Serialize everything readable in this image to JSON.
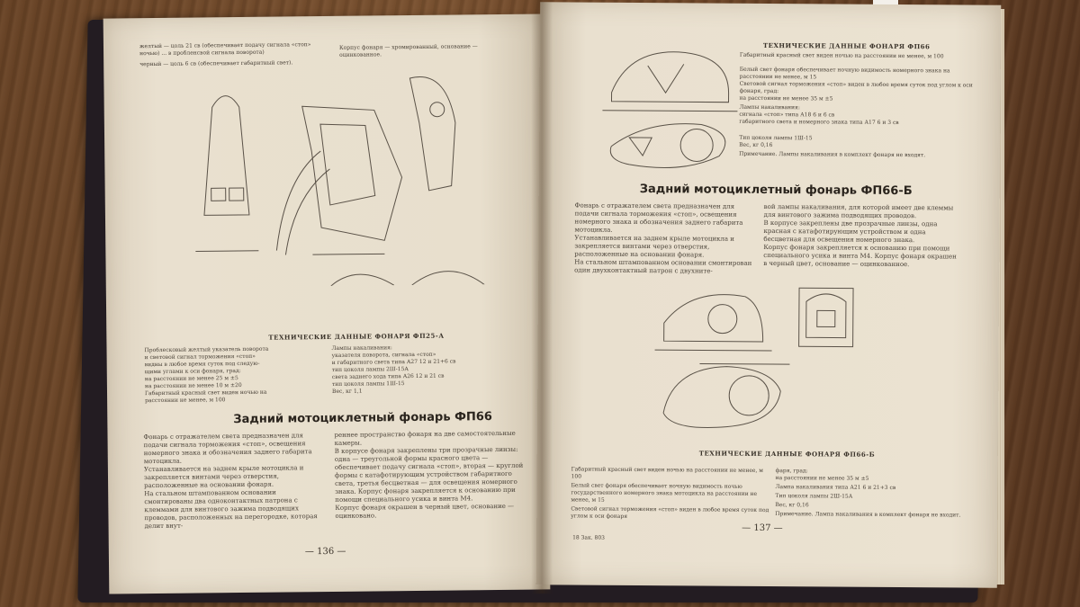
{
  "left_page": {
    "top_text_1": "желтый — цоль 21 св (обеспечивает подачу сигнала «стоп» ночью) ... в пробленсвой сигнала поворота)",
    "top_text_2": "черный — цоль 6 св (обеспечивает габаритный свет).",
    "top_text_3": "Корпус фонаря — хромированный, основание — оцинкованное.",
    "spec_title": "ТЕХНИЧЕСКИЕ ДАННЫЕ ФОНАРЯ ФП25-А",
    "spec_rows_left": [
      "Проблесковый желтый указатель поворота",
      "и световой сигнал торможения «стоп»",
      "видны в любое время суток под следую-",
      "щими углами к оси фонаря, град:",
      "на расстоянии не менее 25 м   ±5",
      "на расстоянии не менее 10 м   ±20",
      "Габаритный красный свет виден ночью на",
      "расстоянии не менее, м   100"
    ],
    "spec_rows_right": [
      "Лампы накаливания:",
      "указателя поворота, сигнала «стоп»",
      "и габаритного света типа А27   12 и 21+6 св",
      "тип цоколя лампы   2Ш-15А",
      "света заднего хода типа А26   12 и 21 св",
      "тип цоколя лампы   1Ш-15",
      "Вес, кг   1,1"
    ],
    "heading": "Задний мотоциклетный фонарь ФП66",
    "col1": "Фонарь с отражателем света предназначен для подачи сигнала торможения «стоп», освещения номерного знака и обозначения заднего габарита мотоцикла.\nУстанавливается на заднем крыле мотоцикла и закрепляется винтами через отверстия, расположенные на основании фонаря.\nНа стальном штампованном основании смонтированы два одноконтактных патрона с клеммами для винтового зажима подводящих проводов, расположенных на перегородке, которая делит внут-",
    "col2": "реннее пространство фонаря на две самостоятельные камеры.\nВ корпусе фонаря закреплены три прозрачные линзы: одна — треугольной формы красного цвета — обеспечивает подачу сигнала «стоп», вторая — круглой формы с катафотирующим устройством габаритного света, третья бесцветная — для освещения номерного знака. Корпус фонаря закрепляется к основанию при помощи специального усика и винта М4.\nКорпус фонаря окрашен в черный цвет, основание — оцинковано.",
    "page_number": "— 136 —"
  },
  "right_page": {
    "spec_title": "ТЕХНИЧЕСКИЕ ДАННЫЕ ФОНАРЯ ФП66",
    "spec_rows": [
      "Габаритный красный свет виден ночью на расстоянии не менее, м   100",
      "Белый свет фонаря обеспечивает ночную видимость номерного знака на расстоянии не менее, м   15",
      "Световой сигнал торможения «стоп» виден в любое время суток под углом к оси фонаря, град:",
      "на расстоянии не менее 35 м   ±5",
      "Лампы накаливания:",
      "сигнала «стоп» типа А18   6 и 6 св",
      "габаритного света и номерного знака типа А17   6 и 3 св",
      "Тип цоколя лампы   1Ш-15",
      "Вес, кг   0,16",
      "Примечание. Лампы накаливания в комплект фонаря не входят."
    ],
    "heading": "Задний мотоциклетный фонарь ФП66-Б",
    "col1": "Фонарь с отражателем света предназначен для подачи сигнала торможения «стоп», освещения номерного знака и обозначения заднего габарита мотоцикла.\nУстанавливается на заднем крыле мотоцикла и закрепляется винтами через отверстия, расположенные на основании фонаря.\nНа стальном штампованном основании смонтирован один двухконтактный патрон с двухните-",
    "col2": "вой лампы накаливания, для которой имеет две клеммы для винтового зажима подводящих проводов.\nВ корпусе закреплены две прозрачные линзы, одна красная с катафотирующим устройством и одна бесцветная для освещения номерного знака.\nКорпус фонаря закрепляется к основанию при помощи специального усика и винта М4. Корпус фонаря окрашен в черный цвет, основание — оцинкованное.",
    "spec2_title": "ТЕХНИЧЕСКИЕ ДАННЫЕ ФОНАРЯ ФП66-Б",
    "spec2_left": [
      "Габаритный красный свет виден ночью на расстоянии не менее, м   100",
      "Белый свет фонаря обеспечивает ночную видимость ночью государственного номерного знака мотоцикла на расстоянии не менее, м   15",
      "Световой сигнал торможения «стоп» виден в любое время суток под углом к оси фонаря"
    ],
    "spec2_right": [
      "фаря, град:",
      "на расстоянии не менее 35 м   ±5",
      "Лампа накаливания типа А21   6 и 21+3 св",
      "Тип цоколя лампы   2Ш-15А",
      "Вес, кг   0,16",
      "Примечание. Лампа накаливания в комплект фонаря не входит."
    ],
    "footer_left": "18 Зак. 803",
    "page_number": "— 137 —"
  }
}
